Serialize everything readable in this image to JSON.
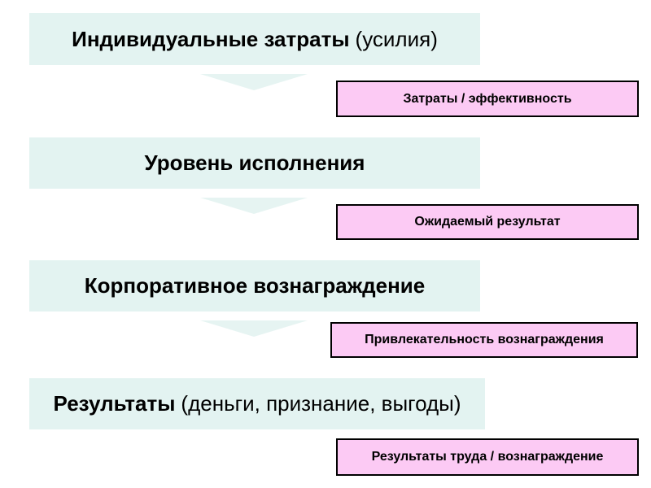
{
  "steps": [
    {
      "bold": "Индивидуальные затраты",
      "normal": "(усилия)"
    },
    {
      "bold": "Уровень исполнения",
      "normal": ""
    },
    {
      "bold": "Корпоративное вознаграждение",
      "normal": ""
    },
    {
      "bold": "Результаты",
      "normal": "(деньги, признание, выгоды)"
    }
  ],
  "notes": [
    "Затраты / эффективность",
    "Ожидаемый результат",
    "Привлекательность вознаграждения",
    "Результаты труда / вознаграждение"
  ],
  "colors": {
    "step_fill": "#e3f3f1",
    "note_fill": "#fccaf4",
    "note_border": "#000000"
  }
}
